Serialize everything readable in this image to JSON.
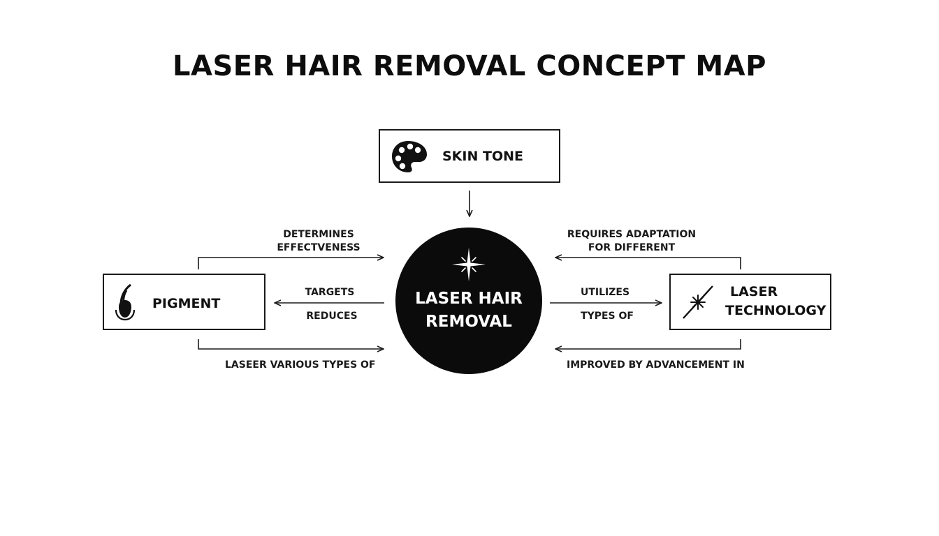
{
  "title": "LASER HAIR REMOVAL CONCEPT MAP",
  "nodes": {
    "center": {
      "label": "LASER HAIR\nREMOVAL",
      "icon": "sparkle-icon"
    },
    "skin_tone": {
      "label": "SKIN TONE",
      "icon": "palette-icon"
    },
    "pigment": {
      "label": "PIGMENT",
      "icon": "hair-follicle-icon"
    },
    "laser_technology": {
      "label_line1": "LASER",
      "label_line2": "TECHNOLOGY",
      "icon": "laser-beam-icon"
    }
  },
  "edges": {
    "determines_effectiveness": {
      "line1": "DETERMINES",
      "line2": "EFFECTVENESS"
    },
    "targets": "TARGETS",
    "reduces": "REDUCES",
    "laseer_various_types_of": "LASEER VARIOUS TYPES OF",
    "requires_adaptation": {
      "line1": "REQUIRES ADAPTATION",
      "line2": "FOR DIFFERENT"
    },
    "utilizes": "UTILIZES",
    "types_of": "TYPES OF",
    "improved_by_advancement": "IMPROVED BY ADVANCEMENT IN"
  },
  "colors": {
    "ink": "#111111",
    "background": "#ffffff",
    "center_fill": "#0b0b0b"
  }
}
